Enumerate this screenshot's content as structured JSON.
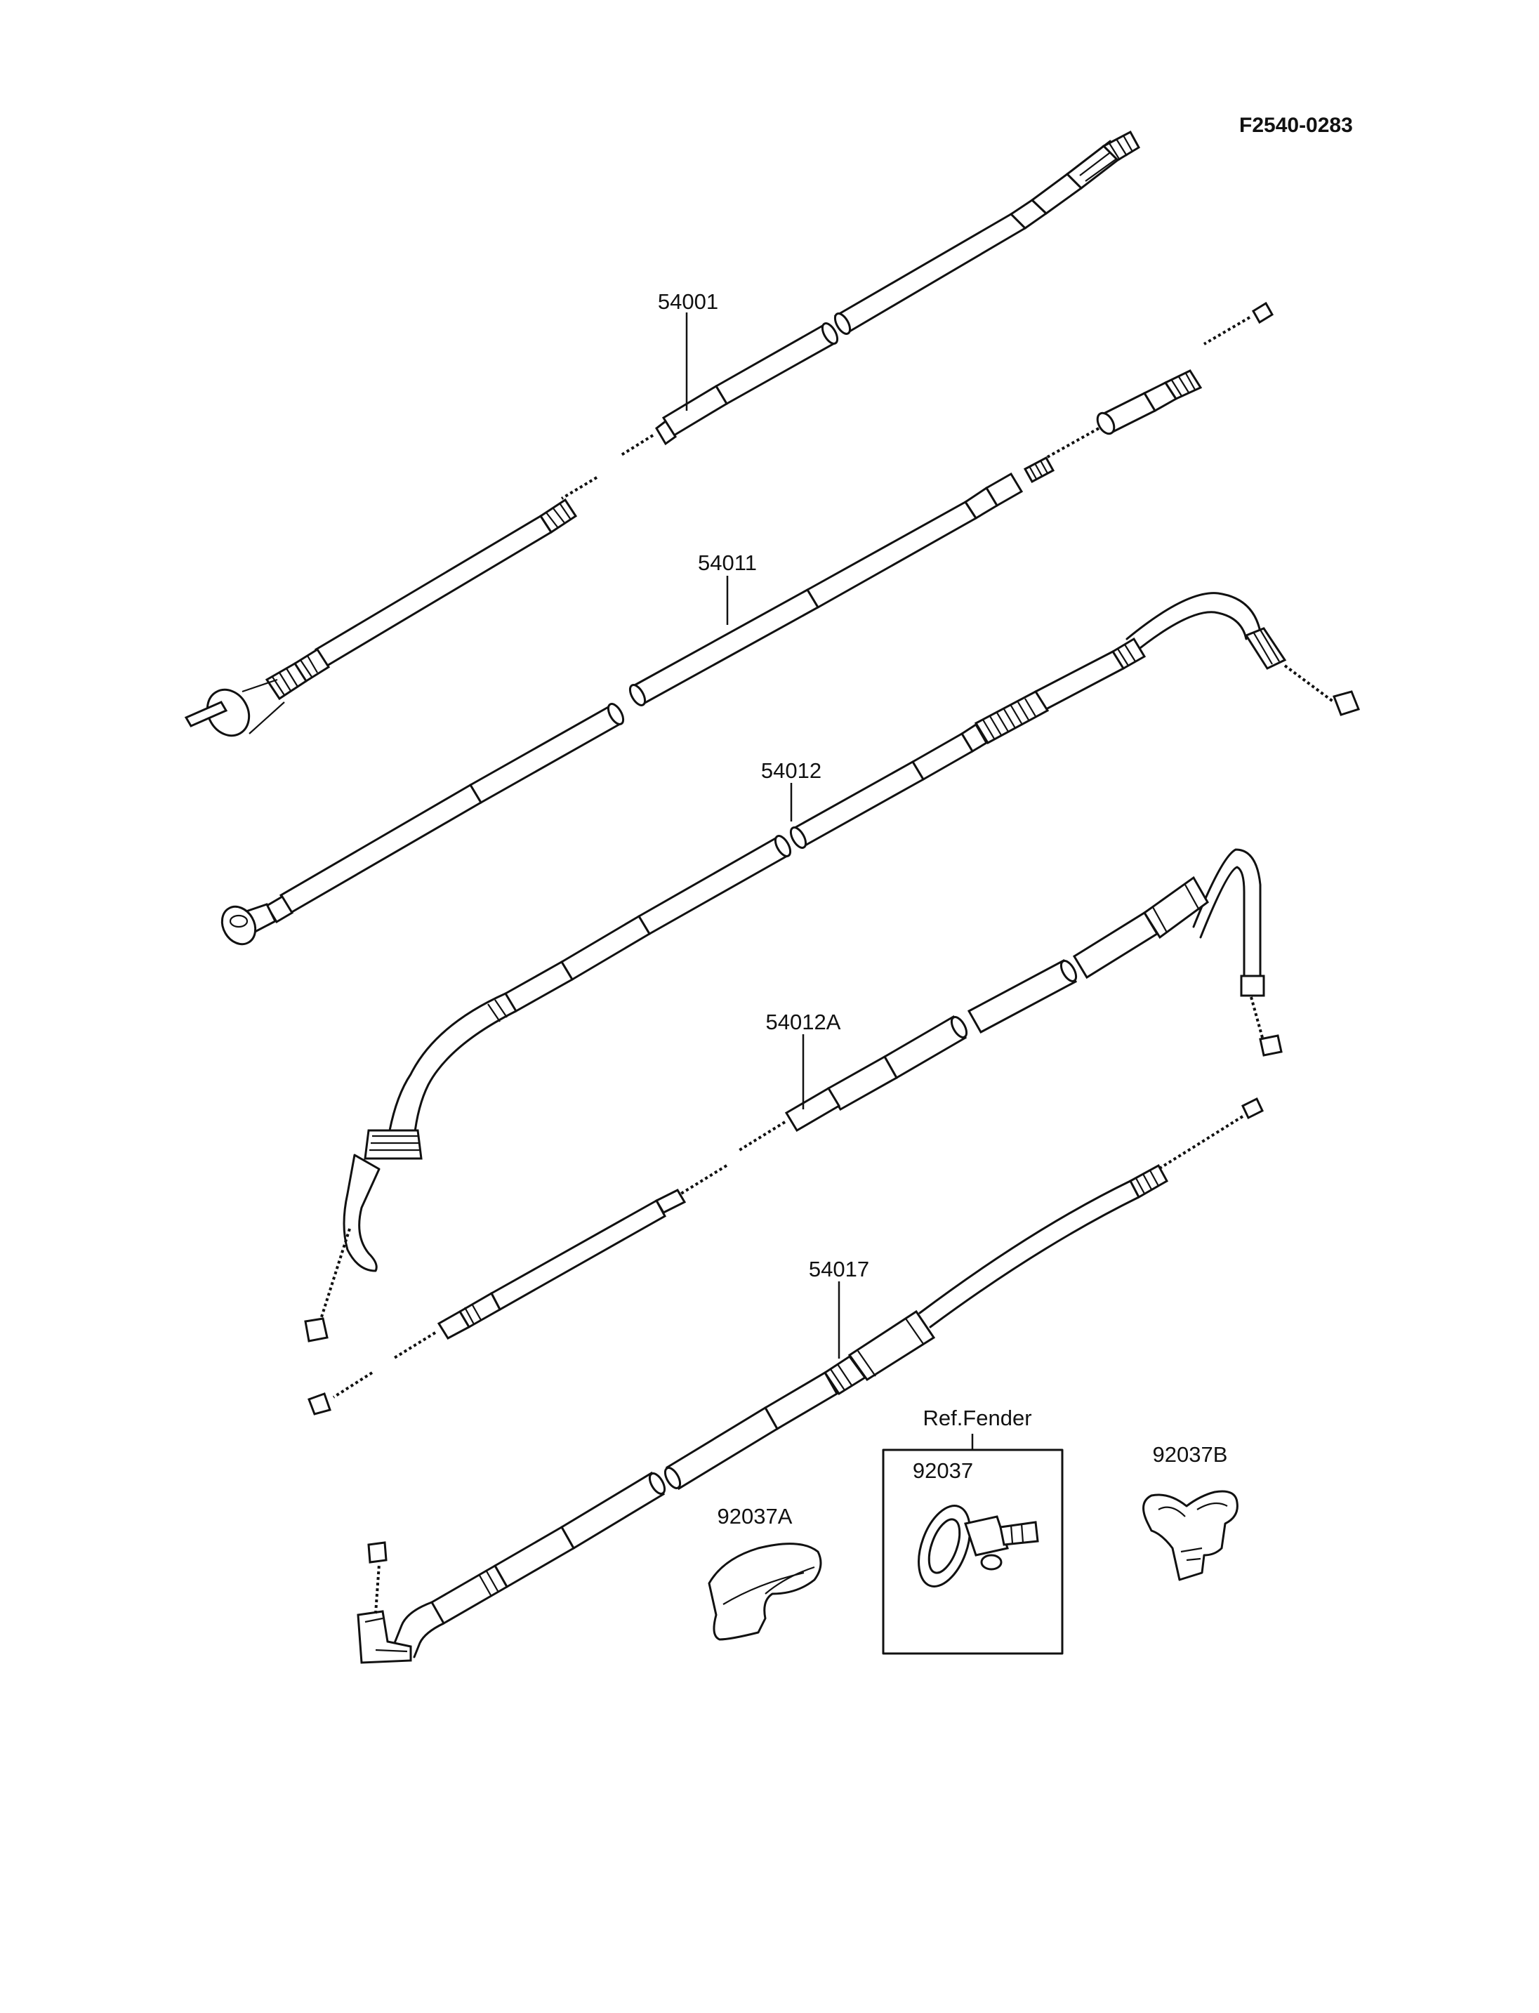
{
  "figure_code": "F2540-0283",
  "parts": [
    {
      "id": "54001",
      "label": "54001"
    },
    {
      "id": "54011",
      "label": "54011"
    },
    {
      "id": "54012",
      "label": "54012"
    },
    {
      "id": "54012A",
      "label": "54012A"
    },
    {
      "id": "54017",
      "label": "54017"
    },
    {
      "id": "92037A",
      "label": "92037A"
    },
    {
      "id": "92037",
      "label": "92037"
    },
    {
      "id": "92037B",
      "label": "92037B"
    }
  ],
  "reference_box": {
    "label": "Ref.Fender"
  }
}
